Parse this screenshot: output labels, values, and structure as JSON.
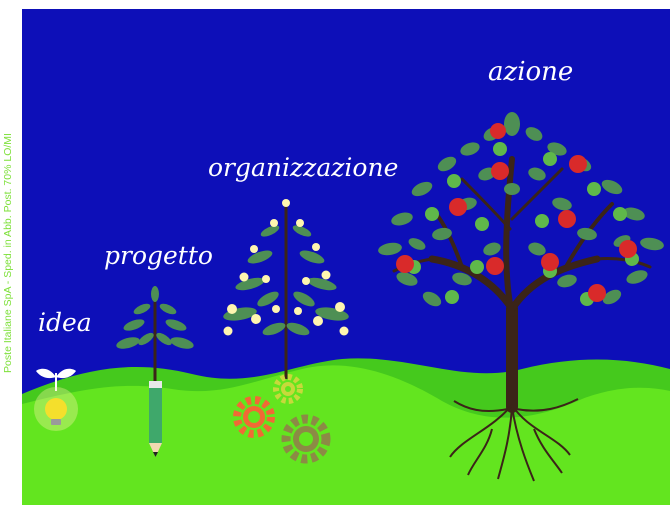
{
  "side_caption": "Poste Italiane SpA - Sped. in Abb. Post. 70% LO/MI",
  "stages": [
    {
      "label": "idea",
      "icon": "lightbulb-sprout-icon"
    },
    {
      "label": "progetto",
      "icon": "pencil-sapling-icon"
    },
    {
      "label": "organizzazione",
      "icon": "flowering-tree-gears-icon"
    },
    {
      "label": "azione",
      "icon": "apple-tree-icon"
    }
  ],
  "colors": {
    "sky": "#0d0fb8",
    "hill_back": "#45c91d",
    "hill_front": "#63e51f",
    "caption": "#7ee03a",
    "leaf": "#4e8f54",
    "apple": "#d92a2a",
    "trunk": "#3b2418",
    "gear_orange": "#f06a35",
    "gear_yellow": "#c7d93b",
    "gear_olive": "#8c8a45",
    "bulb": "#f4df2c"
  }
}
